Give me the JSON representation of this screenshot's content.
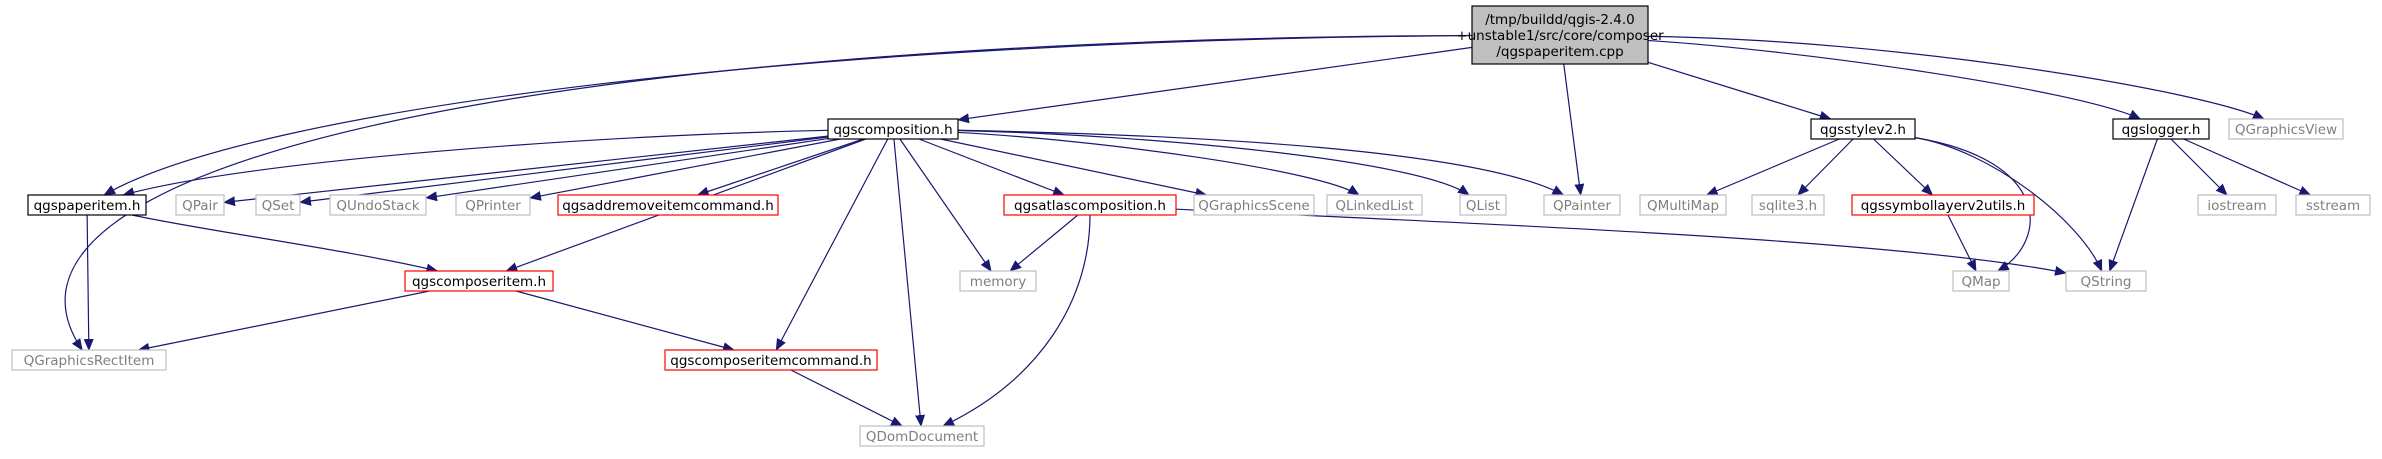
{
  "colors": {
    "edge": "#191970",
    "root_fill": "#bfbfbf",
    "root_border": "#000000",
    "documented_border": "#000000",
    "incomplete_border": "#ff0000",
    "external_border": "#bfbfbf",
    "external_text": "#7f7f7f",
    "text": "#000000"
  },
  "nodes": [
    {
      "id": "root",
      "lines": [
        "/tmp/buildd/qgis-2.4.0",
        "+unstable1/src/core/composer",
        "/qgspaperitem.cpp"
      ],
      "kind": "root"
    },
    {
      "id": "qgscomposition",
      "lines": [
        "qgscomposition.h"
      ],
      "kind": "documented"
    },
    {
      "id": "qgsstylev2",
      "lines": [
        "qgsstylev2.h"
      ],
      "kind": "documented"
    },
    {
      "id": "qgslogger",
      "lines": [
        "qgslogger.h"
      ],
      "kind": "documented"
    },
    {
      "id": "qgraphicsview",
      "lines": [
        "QGraphicsView"
      ],
      "kind": "external"
    },
    {
      "id": "qgspaperitem_h",
      "lines": [
        "qgspaperitem.h"
      ],
      "kind": "documented"
    },
    {
      "id": "qpair",
      "lines": [
        "QPair"
      ],
      "kind": "external"
    },
    {
      "id": "qset",
      "lines": [
        "QSet"
      ],
      "kind": "external"
    },
    {
      "id": "qundostack",
      "lines": [
        "QUndoStack"
      ],
      "kind": "external"
    },
    {
      "id": "qprinter",
      "lines": [
        "QPrinter"
      ],
      "kind": "external"
    },
    {
      "id": "qgsaddremove",
      "lines": [
        "qgsaddremoveitemcommand.h"
      ],
      "kind": "incomplete"
    },
    {
      "id": "qgsatlas",
      "lines": [
        "qgsatlascomposition.h"
      ],
      "kind": "incomplete"
    },
    {
      "id": "qgraphicsscene",
      "lines": [
        "QGraphicsScene"
      ],
      "kind": "external"
    },
    {
      "id": "qlinkedlist",
      "lines": [
        "QLinkedList"
      ],
      "kind": "external"
    },
    {
      "id": "qlist",
      "lines": [
        "QList"
      ],
      "kind": "external"
    },
    {
      "id": "qpainter",
      "lines": [
        "QPainter"
      ],
      "kind": "external"
    },
    {
      "id": "qmultimap",
      "lines": [
        "QMultiMap"
      ],
      "kind": "external"
    },
    {
      "id": "sqlite3",
      "lines": [
        "sqlite3.h"
      ],
      "kind": "external"
    },
    {
      "id": "qgssymbollayer",
      "lines": [
        "qgssymbollayerv2utils.h"
      ],
      "kind": "incomplete"
    },
    {
      "id": "iostream",
      "lines": [
        "iostream"
      ],
      "kind": "external"
    },
    {
      "id": "sstream",
      "lines": [
        "sstream"
      ],
      "kind": "external"
    },
    {
      "id": "qgscomposeritem",
      "lines": [
        "qgscomposeritem.h"
      ],
      "kind": "incomplete"
    },
    {
      "id": "memory",
      "lines": [
        "memory"
      ],
      "kind": "external"
    },
    {
      "id": "qmap",
      "lines": [
        "QMap"
      ],
      "kind": "external"
    },
    {
      "id": "qstring",
      "lines": [
        "QString"
      ],
      "kind": "external"
    },
    {
      "id": "qgraphicsrectitem",
      "lines": [
        "QGraphicsRectItem"
      ],
      "kind": "external"
    },
    {
      "id": "qgscomposeritemcommand",
      "lines": [
        "qgscomposeritemcommand.h"
      ],
      "kind": "incomplete"
    },
    {
      "id": "qdomdocument",
      "lines": [
        "QDomDocument"
      ],
      "kind": "external"
    }
  ],
  "edges": [
    [
      "root",
      "qgscomposition"
    ],
    [
      "root",
      "qgsstylev2"
    ],
    [
      "root",
      "qgslogger"
    ],
    [
      "root",
      "qgraphicsview"
    ],
    [
      "root",
      "qgspaperitem_h"
    ],
    [
      "root",
      "qpainter"
    ],
    [
      "root",
      "qgraphicsrectitem"
    ],
    [
      "qgscomposition",
      "qgspaperitem_h"
    ],
    [
      "qgscomposition",
      "qpair"
    ],
    [
      "qgscomposition",
      "qset"
    ],
    [
      "qgscomposition",
      "qundostack"
    ],
    [
      "qgscomposition",
      "qprinter"
    ],
    [
      "qgscomposition",
      "qgsaddremove"
    ],
    [
      "qgscomposition",
      "qgsatlas"
    ],
    [
      "qgscomposition",
      "qgraphicsscene"
    ],
    [
      "qgscomposition",
      "qlinkedlist"
    ],
    [
      "qgscomposition",
      "qlist"
    ],
    [
      "qgscomposition",
      "qpainter"
    ],
    [
      "qgscomposition",
      "qgscomposeritem"
    ],
    [
      "qgscomposition",
      "memory"
    ],
    [
      "qgscomposition",
      "qgscomposeritemcommand"
    ],
    [
      "qgscomposition",
      "qdomdocument"
    ],
    [
      "qgsstylev2",
      "qmultimap"
    ],
    [
      "qgsstylev2",
      "sqlite3"
    ],
    [
      "qgsstylev2",
      "qgssymbollayer"
    ],
    [
      "qgsstylev2",
      "qmap"
    ],
    [
      "qgsstylev2",
      "qstring"
    ],
    [
      "qgslogger",
      "iostream"
    ],
    [
      "qgslogger",
      "sstream"
    ],
    [
      "qgslogger",
      "qstring"
    ],
    [
      "qgspaperitem_h",
      "qgscomposeritem"
    ],
    [
      "qgspaperitem_h",
      "qgraphicsrectitem"
    ],
    [
      "qgsatlas",
      "memory"
    ],
    [
      "qgsatlas",
      "qstring"
    ],
    [
      "qgsatlas",
      "qdomdocument"
    ],
    [
      "qgssymbollayer",
      "qmap"
    ],
    [
      "qgscomposeritem",
      "qgraphicsrectitem"
    ],
    [
      "qgscomposeritem",
      "qgscomposeritemcommand"
    ],
    [
      "qgscomposeritemcommand",
      "qdomdocument"
    ]
  ]
}
